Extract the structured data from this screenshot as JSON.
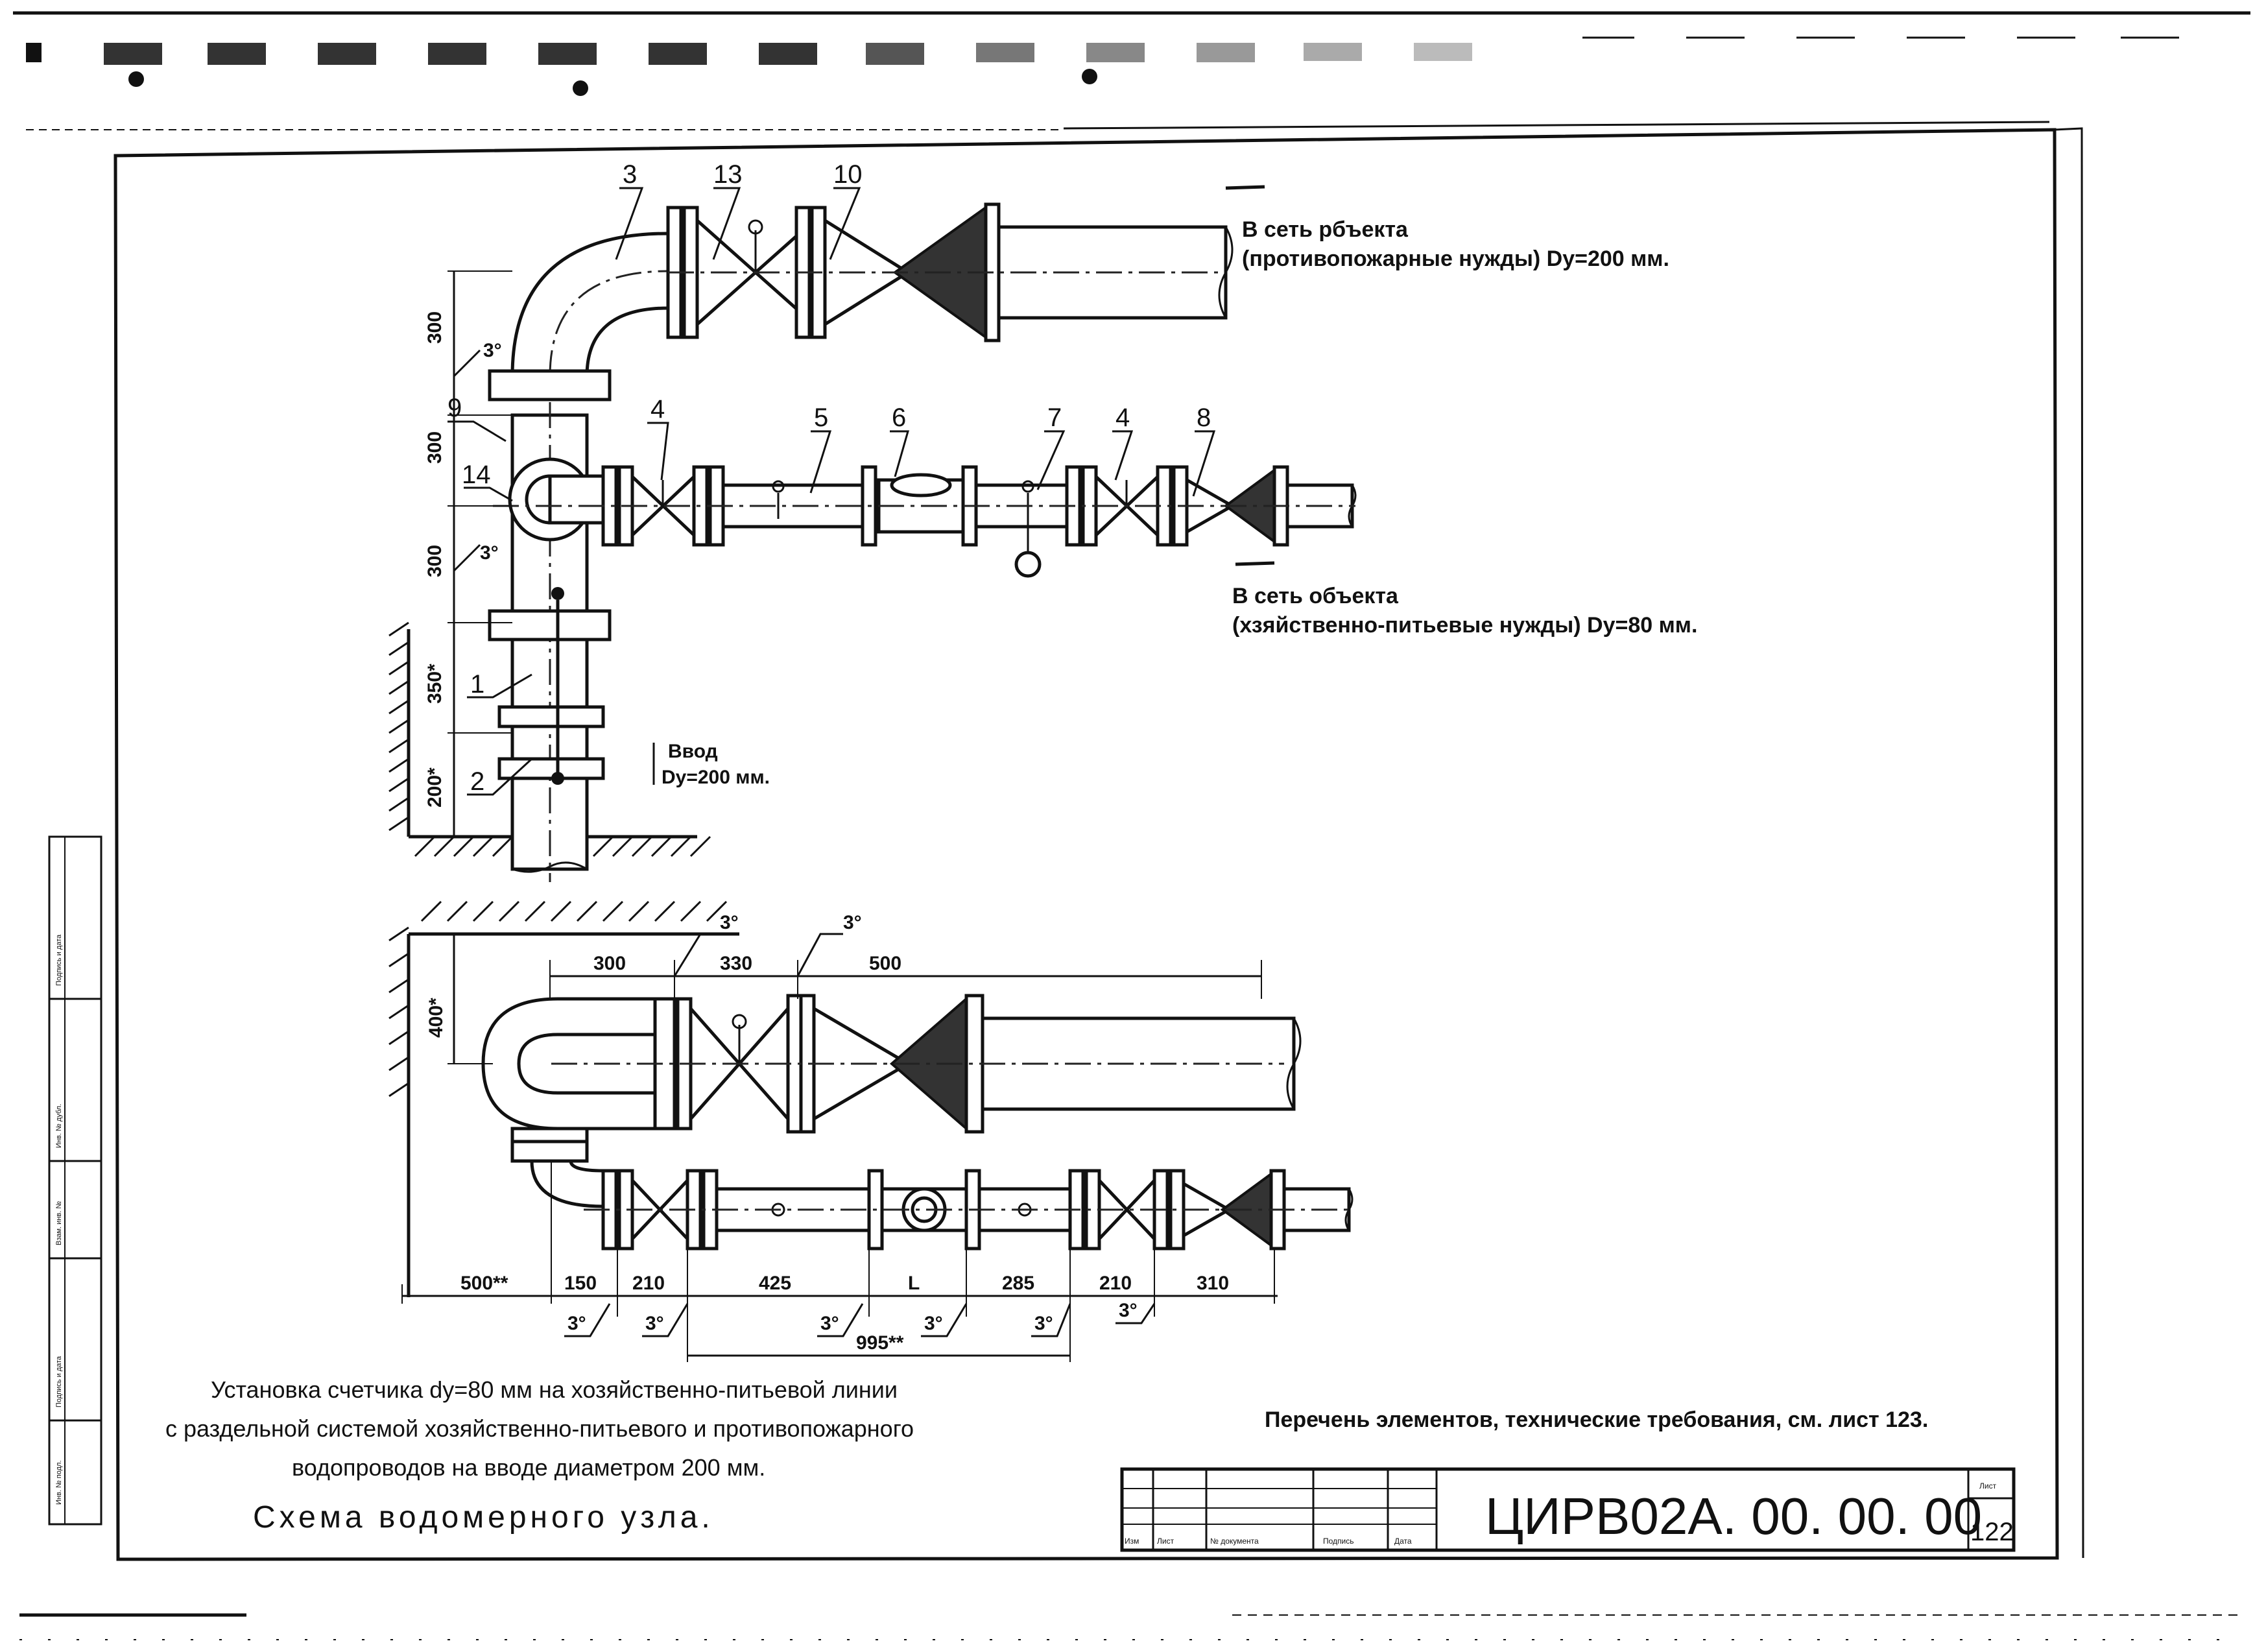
{
  "labels": {
    "n3": "3",
    "n13": "13",
    "n10": "10",
    "n9": "9",
    "n14": "14",
    "n4a": "4",
    "n5": "5",
    "n6": "6",
    "n7": "7",
    "n4b": "4",
    "n8": "8",
    "n1": "1",
    "n2": "2"
  },
  "notes": {
    "fire_line1": "В сеть рбъекта",
    "fire_line2": "(противопожарные нужды) Dy=200 мм.",
    "house_line1": "В сеть объекта",
    "house_line2": "(хзяйственно-питьевые нужды) Dy=80 мм.",
    "inlet_line1": "Ввод",
    "inlet_line2": "Dy=200 мм."
  },
  "vertical_dims": {
    "d300a": "300",
    "d300b": "300",
    "d300c": "300",
    "d350": "350*",
    "d200": "200*",
    "d400": "400*"
  },
  "angles": {
    "a": "3°"
  },
  "plan_dims_top": [
    "300",
    "330",
    "500"
  ],
  "plan_dims_bottom": [
    "500**",
    "150",
    "210",
    "425",
    "L",
    "285",
    "210",
    "310"
  ],
  "plan_dim_995": "995**",
  "caption": {
    "line1": "Установка счетчика dy=80 мм  на хозяйственно-питьевой линии",
    "line2": "с раздельной  системой хозяйственно-питьевого и противопожарного",
    "line3": "водопроводов на вводе диаметром 200 мм.",
    "title": "Схема водомерного узла."
  },
  "reference_note": "Перечень элементов, технические требования, см. лист 123.",
  "title_block": {
    "code": "ЦИРВ02А. 00. 00. 00",
    "sheet_label": "Лист",
    "sheet_number": "122",
    "cols": [
      "Изм",
      "Лист",
      "№ документа",
      "Подпись",
      "Дата"
    ]
  },
  "side_stamp": [
    "Инв. № подл.",
    "Подпись и дата",
    "Взам. инв. №",
    "Инв. № дубл.",
    "Подпись и дата"
  ]
}
